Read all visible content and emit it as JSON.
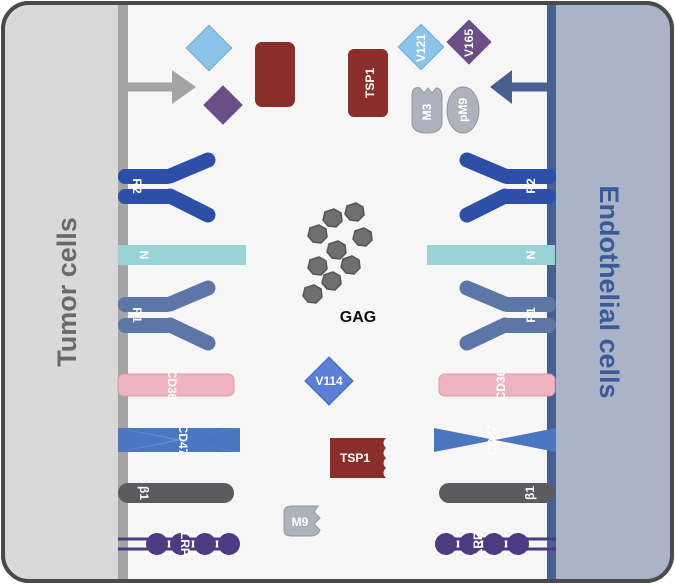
{
  "panels": {
    "left_title": "Tumor cells",
    "right_title": "Endothelial cells"
  },
  "labels": {
    "tsp1_top": "TSP1",
    "v121": "V121",
    "v165": "V165",
    "m3": "M3",
    "pm9": "pM9",
    "r2": "R2",
    "n": "N",
    "gag": "GAG",
    "r1": "R1",
    "cd36": "CD36",
    "v114": "V114",
    "cd47": "CD47",
    "tsp1_mid": "TSP1",
    "b1": "β1",
    "m9": "M9",
    "lrp": "LRP"
  },
  "colors": {
    "left_panel": "#d9d9d9",
    "right_panel": "#a9b4c9",
    "left_membrane": "#a4a4a4",
    "right_membrane": "#47608f",
    "center_bg": "#f6f6f6",
    "frame": "#4a4a4a",
    "r2_blue": "#2d4fa5",
    "r1_blue": "#5d76a8",
    "neuropilin_teal": "#9ad3d3",
    "cd36_pink": "#f0b4c0",
    "cd47_blue": "#4a77bf",
    "integrin_grey": "#5b5b5f",
    "lrp_purple": "#4e3a82",
    "tsp1_red": "#8a2e2a",
    "vegf_light": "#8cc4ea",
    "vegf_purple": "#6b4e85",
    "v114_blue": "#5b7fd6",
    "mmp_grey": "#aeb2bd",
    "gag_grey": "#6f6f6f"
  }
}
